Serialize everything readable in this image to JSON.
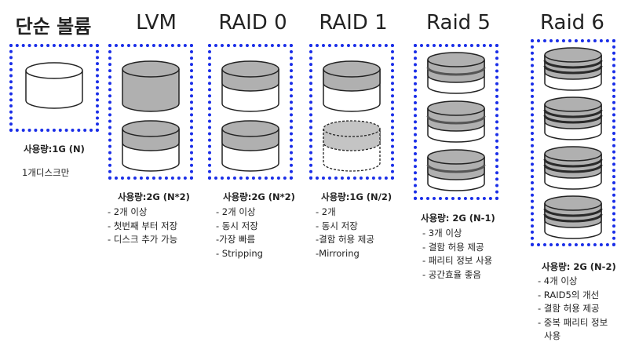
{
  "columns": [
    {
      "title": "단순 볼륨",
      "usage": "사용량:1G (N)",
      "notes": [
        "1개디스크만"
      ]
    },
    {
      "title": "LVM",
      "usage": "사용량:2G (N*2)",
      "notes": [
        "- 2개 이상",
        "- 첫번째 부터 저장",
        "- 디스크 추가 가능"
      ]
    },
    {
      "title": "RAID 0",
      "usage": "사용량:2G (N*2)",
      "notes": [
        "- 2개 이상",
        "- 동시 저장",
        "-가장 빠름",
        "- Stripping"
      ]
    },
    {
      "title": "RAID 1",
      "usage": "사용량:1G (N/2)",
      "notes": [
        "- 2개",
        "- 동시 저장",
        "-결함 허용 제공",
        "-Mirroring"
      ]
    },
    {
      "title": "Raid 5",
      "usage": "사용량: 2G (N-1)",
      "notes": [
        "- 3개 이상",
        "- 결함 허용 제공",
        "- 패리티 정보 사용",
        "- 공간효율 좋음"
      ]
    },
    {
      "title": "Raid 6",
      "usage": "사용량: 2G (N-2)",
      "notes": [
        "- 4개 이상",
        "- RAID5의 개선",
        "- 결함 허용 제공",
        "- 중복 패리티 정보",
        "사용"
      ]
    }
  ],
  "colors": {
    "border": "#1a2ee8",
    "fill": "#b0b0b0",
    "stripe": "#2a2a2a",
    "outline": "#222222"
  }
}
